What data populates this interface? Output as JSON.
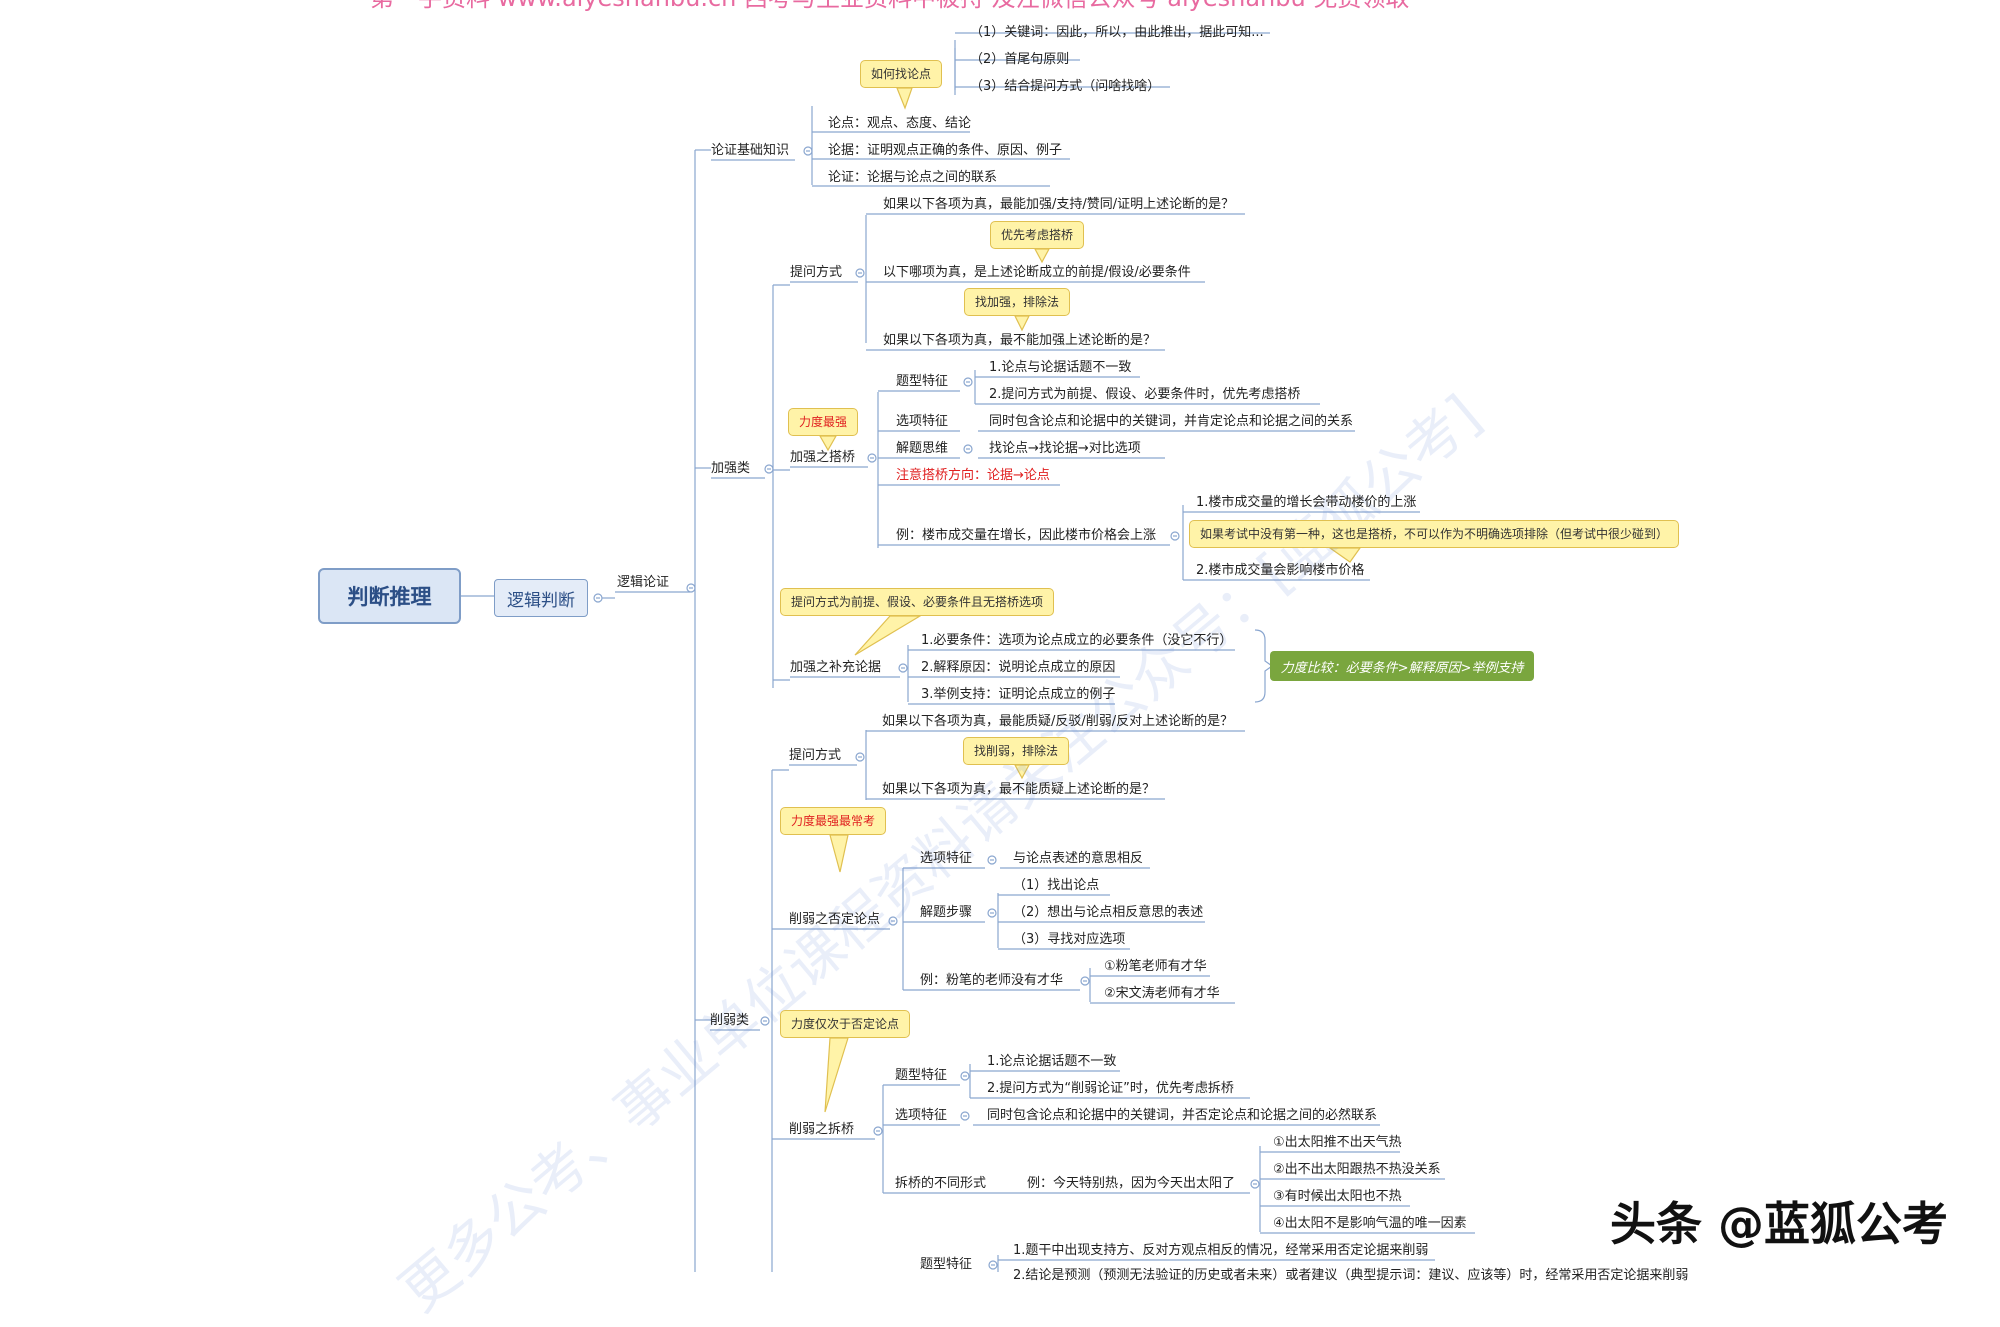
{
  "root": "判断推理",
  "level1": "逻辑判断",
  "level2": "逻辑论证",
  "top_cut_text": "第一手资料 www.aiyeshanbu.cn 西考与主业资料中被持 及注微信公众号 aiyeshanbu 免费领取",
  "watermark": {
    "line1": "更多公考、事业单位课程资料请关注公众号：[蓝狐公考]"
  },
  "brand": "头条 @蓝狐公考",
  "notes": {
    "find_argument": "如何找论点",
    "bridge_first": "优先考虑搭桥",
    "strengthen_exclude": "找加强，排除法",
    "strongest": "力度最强",
    "example_note": "如果考试中没有第一种，这也是搭桥，不可以作为不明确选项排除（但考试中很少碰到）",
    "supplement_note": "提问方式为前提、假设、必要条件且无搭桥选项",
    "weaken_exclude": "找削弱，排除法",
    "strongest_common": "力度最强最常考",
    "second": "力度仅次于否定论点",
    "green": "力度比较：必要条件>解释原因>举例支持"
  },
  "nodes": {
    "find1": "（1）关键词：因此，所以，由此推出，据此可知...",
    "find2": "（2）首尾句原则",
    "find3": "（3）结合提问方式（问啥找啥）",
    "basic": "论证基础知识",
    "basic1": "论点：观点、态度、结论",
    "basic2": "论据：证明观点正确的条件、原因、例子",
    "basic3": "论证：论据与论点之间的联系",
    "strengthen": "加强类",
    "s_ask": "提问方式",
    "s_ask1": "如果以下各项为真，最能加强/支持/赞同/证明上述论断的是？",
    "s_ask2": "以下哪项为真，是上述论断成立的前提/假设/必要条件",
    "s_ask3": "如果以下各项为真，最不能加强上述论断的是？",
    "bridge": "加强之搭桥",
    "b_type": "题型特征",
    "b_type1": "1.论点与论据话题不一致",
    "b_type2": "2.提问方式为前提、假设、必要条件时，优先考虑搭桥",
    "b_opt": "选项特征",
    "b_opt1": "同时包含论点和论据中的关键词，并肯定论点和论据之间的关系",
    "b_think": "解题思维",
    "b_think1": "找论点→找论据→对比选项",
    "b_dir": "注意搭桥方向：论据→论点",
    "b_ex": "例：楼市成交量在增长，因此楼市价格会上涨",
    "b_ex1": "1.楼市成交量的增长会带动楼价的上涨",
    "b_ex2": "2.楼市成交量会影响楼市价格",
    "supp": "加强之补充论据",
    "supp1": "1.必要条件：选项为论点成立的必要条件（没它不行）",
    "supp2": "2.解释原因：说明论点成立的原因",
    "supp3": "3.举例支持：证明论点成立的例子",
    "weaken": "削弱类",
    "w_ask": "提问方式",
    "w_ask1": "如果以下各项为真，最能质疑/反驳/削弱/反对上述论断的是？",
    "w_ask2": "如果以下各项为真，最不能质疑上述论断的是？",
    "neg": "削弱之否定论点",
    "n_opt": "选项特征",
    "n_opt1": "与论点表述的意思相反",
    "n_step": "解题步骤",
    "n_step1": "（1）找出论点",
    "n_step2": "（2）想出与论点相反意思的表述",
    "n_step3": "（3）寻找对应选项",
    "n_ex": "例：粉笔的老师没有才华",
    "n_ex1": "①粉笔老师有才华",
    "n_ex2": "②宋文涛老师有才华",
    "tear": "削弱之拆桥",
    "t_type": "题型特征",
    "t_type1": "1.论点论据话题不一致",
    "t_type2": "2.提问方式为“削弱论证”时，优先考虑拆桥",
    "t_opt": "选项特征",
    "t_opt1": "同时包含论点和论据中的关键词，并否定论点和论据之间的必然联系",
    "t_form": "拆桥的不同形式",
    "t_form_ex": "例：今天特别热，因为今天出太阳了",
    "t_f1": "①出太阳推不出天气热",
    "t_f2": "②出不出太阳跟热不热没关系",
    "t_f3": "③有时候出太阳也不热",
    "t_f4": "④出太阳不是影响气温的唯一因素",
    "last_type": "题型特征",
    "last1": "1.题干中出现支持方、反对方观点相反的情况，经常采用否定论据来削弱",
    "last2": "2.结论是预测（预测无法验证的历史或者未来）或者建议（典型提示词：建议、应该等）时，经常采用否定论据来削弱"
  }
}
